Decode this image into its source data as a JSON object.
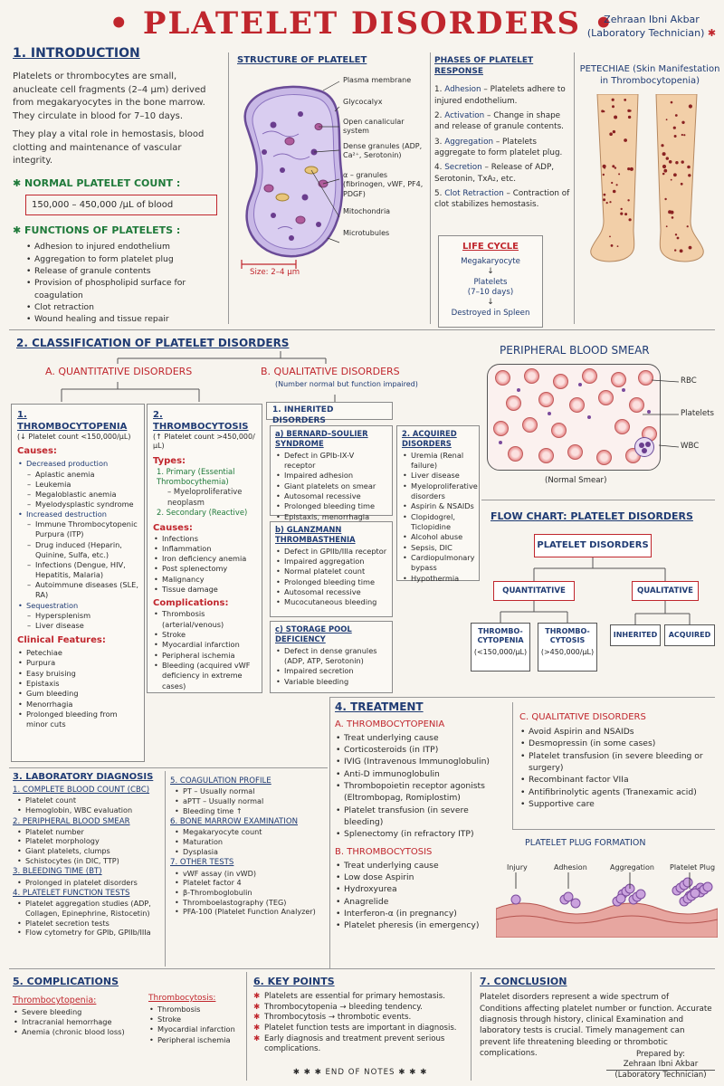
{
  "header": {
    "title": "PLATELET DISORDERS",
    "title_decoration": "•",
    "author_line1": "Zehraan Ibni Akbar",
    "author_line2": "(Laboratory Technician)",
    "star": "✱"
  },
  "intro": {
    "heading": "1. INTRODUCTION",
    "para1": "Platelets or thrombocytes are small, anucleate cell fragments (2–4 µm) derived from megakaryocytes in the bone marrow. They circulate in blood for 7–10 days.",
    "para2": "They play a vital role in hemostasis, blood clotting and maintenance of vascular integrity.",
    "count_heading": "✱ NORMAL PLATELET COUNT :",
    "count_value": "150,000 – 450,000 /µL of blood",
    "functions_heading": "✱ FUNCTIONS OF PLATELETS :",
    "functions": [
      "Adhesion to injured endothelium",
      "Aggregation to form platelet plug",
      "Release of granule contents",
      "Provision of phospholipid surface for coagulation",
      "Clot retraction",
      "Wound healing and tissue repair"
    ]
  },
  "structure": {
    "heading": "STRUCTURE OF PLATELET",
    "labels": [
      "Plasma membrane",
      "Glycocalyx",
      "Open canalicular system",
      "Dense granules (ADP, Ca²⁺, Serotonin)",
      "α – granules (fibrinogen, vWF, PF4, PDGF)",
      "Mitochondria",
      "Microtubules"
    ],
    "size": "Size: 2–4 µm"
  },
  "phases": {
    "heading": "PHASES OF PLATELET RESPONSE",
    "items": [
      {
        "num": "1.",
        "name": "Adhesion",
        "text": " – Platelets adhere to injured endothelium."
      },
      {
        "num": "2.",
        "name": "Activation",
        "text": " – Change in shape and release of granule contents."
      },
      {
        "num": "3.",
        "name": "Aggregation",
        "text": " – Platelets aggregate to form platelet plug."
      },
      {
        "num": "4.",
        "name": "Secretion",
        "text": " – Release of ADP, Serotonin, TxA₂, etc."
      },
      {
        "num": "5.",
        "name": "Clot Retraction",
        "text": " – Contraction of clot stabilizes hemostasis."
      }
    ],
    "life_cycle": {
      "heading": "LIFE CYCLE",
      "step1": "Megakaryocyte",
      "step2": "Platelets",
      "step2b": "(7–10 days)",
      "step3": "Destroyed in Spleen"
    }
  },
  "petechiae": {
    "heading1": "PETECHIAE (Skin Manifestation",
    "heading2": "in Thrombocytopenia)"
  },
  "classification": {
    "heading": "2. CLASSIFICATION OF PLATELET DISORDERS",
    "quant_heading": "A. QUANTITATIVE DISORDERS",
    "qual_heading": "B. QUALITATIVE DISORDERS",
    "qual_sub": "(Number normal but function impaired)",
    "thrombocytopenia": {
      "heading": "1. THROMBOCYTOPENIA",
      "sub": "(↓ Platelet count <150,000/µL)",
      "causes_heading": "Causes:",
      "causes": [
        {
          "t": "Decreased production",
          "lvl": 0
        },
        {
          "t": "Aplastic anemia",
          "lvl": 1
        },
        {
          "t": "Leukemia",
          "lvl": 1
        },
        {
          "t": "Megaloblastic anemia",
          "lvl": 1
        },
        {
          "t": "Myelodysplastic syndrome",
          "lvl": 1
        },
        {
          "t": "Increased destruction",
          "lvl": 0
        },
        {
          "t": "Immune Thrombocytopenic Purpura (ITP)",
          "lvl": 1
        },
        {
          "t": "Drug induced (Heparin, Quinine, Sulfa, etc.)",
          "lvl": 1
        },
        {
          "t": "Infections (Dengue, HIV, Hepatitis, Malaria)",
          "lvl": 1
        },
        {
          "t": "Autoimmune diseases (SLE, RA)",
          "lvl": 1
        },
        {
          "t": "Sequestration",
          "lvl": 0
        },
        {
          "t": "Hypersplenism",
          "lvl": 1
        },
        {
          "t": "Liver disease",
          "lvl": 1
        }
      ],
      "clinical_heading": "Clinical Features:",
      "clinical": [
        "Petechiae",
        "Purpura",
        "Easy bruising",
        "Epistaxis",
        "Gum bleeding",
        "Menorrhagia",
        "Prolonged bleeding from minor cuts"
      ]
    },
    "thrombocytosis": {
      "heading": "2. THROMBOCYTOSIS",
      "sub": "(↑ Platelet count >450,000/µL)",
      "types_heading": "Types:",
      "types": [
        {
          "t": "1. Primary (Essential Thrombocythemia)",
          "lvl": 0
        },
        {
          "t": "Myeloproliferative neoplasm",
          "lvl": 1
        },
        {
          "t": "2. Secondary (Reactive)",
          "lvl": 0
        }
      ],
      "causes_heading": "Causes:",
      "causes": [
        "Infections",
        "Inflammation",
        "Iron deficiency anemia",
        "Post splenectomy",
        "Malignancy",
        "Tissue damage"
      ],
      "comp_heading": "Complications:",
      "complications": [
        "Thrombosis (arterial/venous)",
        "Stroke",
        "Myocardial infarction",
        "Peripheral ischemia",
        "Bleeding (acquired vWF deficiency in extreme cases)"
      ]
    },
    "inherited": {
      "heading": "1. INHERITED DISORDERS",
      "bss": {
        "heading": "a) BERNARD–SOULIER SYNDROME",
        "items": [
          "Defect in GPIb-IX-V receptor",
          "Impaired adhesion",
          "Giant platelets on smear",
          "Autosomal recessive",
          "Prolonged bleeding time",
          "Epistaxis, menorrhagia"
        ]
      },
      "gt": {
        "heading": "b) GLANZMANN THROMBASTHENIA",
        "items": [
          "Defect in GPIIb/IIIa receptor",
          "Impaired aggregation",
          "Normal platelet count",
          "Prolonged bleeding time",
          "Autosomal recessive",
          "Mucocutaneous bleeding"
        ]
      },
      "spd": {
        "heading": "c) STORAGE POOL DEFICIENCY",
        "items": [
          "Defect in dense granules (ADP, ATP, Serotonin)",
          "Impaired secretion",
          "Variable bleeding"
        ]
      }
    },
    "acquired": {
      "heading": "2. ACQUIRED DISORDERS",
      "items": [
        "Uremia (Renal failure)",
        "Liver disease",
        "Myeloproliferative disorders",
        "Aspirin & NSAIDs",
        "Clopidogrel, Ticlopidine",
        "Alcohol abuse",
        "Sepsis, DIC",
        "Cardiopulmonary bypass",
        "Hypothermia"
      ]
    }
  },
  "smear": {
    "heading": "PERIPHERAL BLOOD SMEAR",
    "label_rbc": "RBC",
    "label_platelets": "Platelets",
    "label_wbc": "WBC",
    "caption": "(Normal Smear)"
  },
  "flowchart": {
    "heading": "FLOW CHART: PLATELET DISORDERS",
    "root": "PLATELET DISORDERS",
    "quant": "QUANTITATIVE",
    "qual": "QUALITATIVE",
    "tp": "THROMBO-\nCYTOPENIA",
    "tp_val": "(<150,000/µL)",
    "tc": "THROMBO-\nCYTOSIS",
    "tc_val": "(>450,000/µL)",
    "inh": "INHERITED",
    "acq": "ACQUIRED"
  },
  "lab": {
    "heading": "3. LABORATORY DIAGNOSIS",
    "sections_left": [
      {
        "h": "1. COMPLETE BLOOD COUNT (CBC)",
        "items": [
          "Platelet count",
          "Hemoglobin, WBC evaluation"
        ]
      },
      {
        "h": "2. PERIPHERAL BLOOD SMEAR",
        "items": [
          "Platelet number",
          "Platelet morphology",
          "Giant platelets, clumps",
          "Schistocytes (in DIC, TTP)"
        ]
      },
      {
        "h": "3. BLEEDING TIME (BT)",
        "items": [
          "Prolonged in platelet disorders"
        ]
      },
      {
        "h": "4. PLATELET FUNCTION TESTS",
        "items": [
          "Platelet aggregation studies (ADP, Collagen, Epinephrine, Ristocetin)",
          "Platelet secretion tests",
          "Flow cytometry for GPIb, GPIIb/IIIa"
        ]
      }
    ],
    "sections_right": [
      {
        "h": "5. COAGULATION PROFILE",
        "items": [
          "PT – Usually normal",
          "aPTT – Usually normal",
          "Bleeding time ↑"
        ]
      },
      {
        "h": "6. BONE MARROW EXAMINATION",
        "items": [
          "Megakaryocyte count",
          "Maturation",
          "Dysplasia"
        ]
      },
      {
        "h": "7. OTHER TESTS",
        "items": [
          "vWF assay (in vWD)",
          "Platelet factor 4",
          "β-Thromboglobulin",
          "Thromboelastography (TEG)",
          "PFA-100 (Platelet Function Analyzer)"
        ]
      }
    ]
  },
  "treatment": {
    "heading": "4. TREATMENT",
    "tp_heading": "A. THROMBOCYTOPENIA",
    "tp_items": [
      "Treat underlying cause",
      "Corticosteroids (in ITP)",
      "IVIG (Intravenous Immunoglobulin)",
      "Anti-D immunoglobulin",
      "Thrombopoietin receptor agonists (Eltrombopag, Romiplostim)",
      "Platelet transfusion (in severe bleeding)",
      "Splenectomy (in refractory ITP)"
    ],
    "tc_heading": "B. THROMBOCYTOSIS",
    "tc_items": [
      "Treat underlying cause",
      "Low dose Aspirin",
      "Hydroxyurea",
      "Anagrelide",
      "Interferon-α (in pregnancy)",
      "Platelet pheresis (in emergency)"
    ],
    "qd_heading": "C. QUALITATIVE DISORDERS",
    "qd_items": [
      "Avoid Aspirin and NSAIDs",
      "Desmopressin (in some cases)",
      "Platelet transfusion (in severe bleeding or surgery)",
      "Recombinant factor VIIa",
      "Antifibrinolytic agents (Tranexamic acid)",
      "Supportive care"
    ]
  },
  "plug": {
    "heading": "PLATELET PLUG FORMATION",
    "labels": [
      "Injury",
      "Adhesion",
      "Aggregation",
      "Platelet Plug"
    ]
  },
  "complications": {
    "heading": "5. COMPLICATIONS",
    "tp_heading": "Thrombocytopenia:",
    "tp_items": [
      "Severe bleeding",
      "Intracranial hemorrhage",
      "Anemia (chronic blood loss)"
    ],
    "tc_heading": "Thrombocytosis:",
    "tc_items": [
      "Thrombosis",
      "Stroke",
      "Myocardial infarction",
      "Peripheral ischemia"
    ]
  },
  "keypoints": {
    "heading": "6. KEY POINTS",
    "items": [
      "Platelets are essential for primary hemostasis.",
      "Thrombocytopenia → bleeding tendency.",
      "Thrombocytosis → thrombotic events.",
      "Platelet function tests are important in diagnosis.",
      "Early diagnosis and treatment prevent serious complications."
    ],
    "footer": "✱ ✱ ✱   END OF NOTES   ✱ ✱ ✱"
  },
  "conclusion": {
    "heading": "7. CONCLUSION",
    "text": "Platelet disorders represent a wide spectrum of Conditions affecting platelet number or function. Accurate diagnosis through history, clinical Examination and laboratory tests is crucial. Timely management can prevent life threatening bleeding or thrombotic complications.",
    "prepared": "Prepared by:",
    "name": "Zehraan Ibni Akbar",
    "role": "(Laboratory Technician)"
  },
  "colors": {
    "red": "#c0262d",
    "blue": "#1f3b73",
    "green": "#1f7a3a",
    "purple": "#7a4a9c"
  }
}
